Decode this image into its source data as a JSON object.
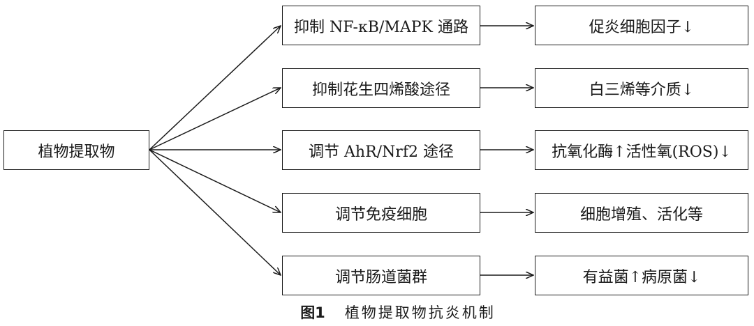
{
  "root": {
    "label": "植物提取物"
  },
  "mechanisms": [
    {
      "label": "抑制 NF-κB/MAPK 通路"
    },
    {
      "label": "抑制花生四烯酸途径"
    },
    {
      "label": "调节 AhR/Nrf2 途径"
    },
    {
      "label": "调节免疫细胞"
    },
    {
      "label": "调节肠道菌群"
    }
  ],
  "effects": [
    {
      "label": "促炎细胞因子↓"
    },
    {
      "label": "白三烯等介质↓"
    },
    {
      "label": "抗氧化酶↑活性氧(ROS)↓"
    },
    {
      "label": "细胞增殖、活化等"
    },
    {
      "label": "有益菌↑病原菌↓"
    }
  ],
  "caption": {
    "label": "图1",
    "text": "植物提取物抗炎机制"
  }
}
